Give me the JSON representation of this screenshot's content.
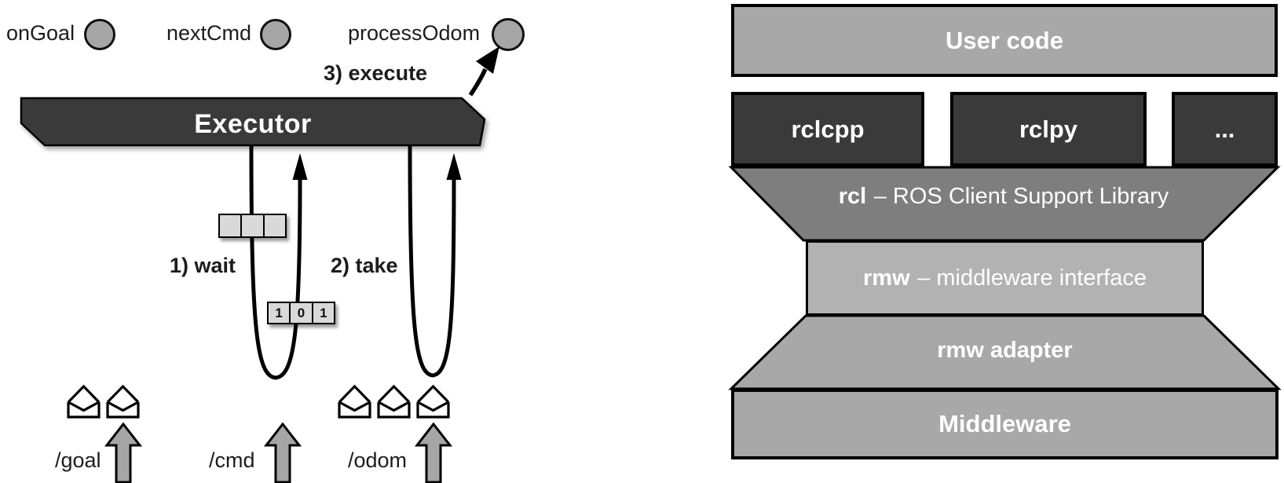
{
  "left": {
    "callbacks": [
      "onGoal",
      "nextCmd",
      "processOdom"
    ],
    "executor": "Executor",
    "step1": "1) wait",
    "step2": "2) take",
    "step3": "3) execute",
    "queue_cells": [
      "1",
      "0",
      "1"
    ],
    "topic_goal": "/goal",
    "topic_cmd": "/cmd",
    "topic_odom": "/odom"
  },
  "right": {
    "user_code": "User code",
    "rclcpp": "rclcpp",
    "rclpy": "rclpy",
    "more": "...",
    "rcl_bold": "rcl",
    "rcl_rest": "– ROS Client Support Library",
    "rmw_bold": "rmw",
    "rmw_rest": "– middleware interface",
    "rmw_adapter": "rmw adapter",
    "middleware": "Middleware"
  },
  "colors": {
    "dark_gray": "#3a3a3a",
    "mid_gray": "#a8a8a8",
    "rcl_gray": "#7e7e7e",
    "rmw_gray": "#b2b2b2",
    "queue_gray": "#d9d9d9",
    "icon_gray": "#a6a6a6"
  }
}
